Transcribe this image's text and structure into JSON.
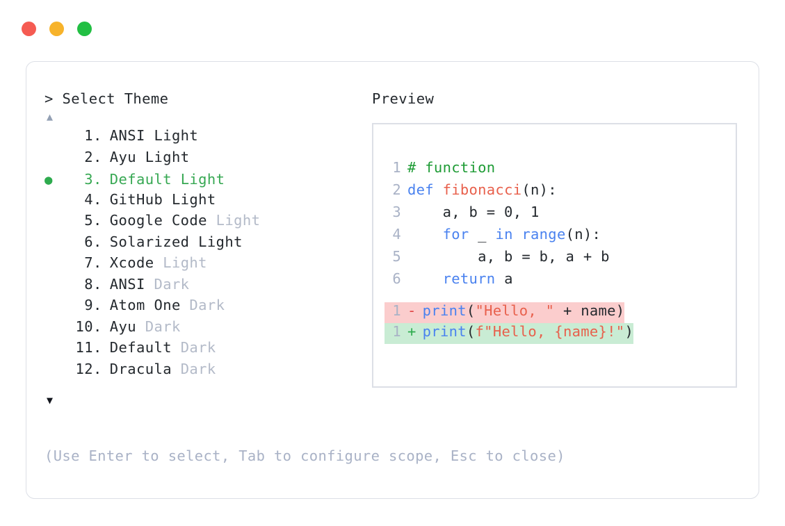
{
  "window": {
    "traffic_lights": [
      {
        "name": "close",
        "color": "#f55b52"
      },
      {
        "name": "minimize",
        "color": "#f7b32b"
      },
      {
        "name": "maximize",
        "color": "#22bf43"
      }
    ]
  },
  "prompt": {
    "caret": ">",
    "title": "Select Theme"
  },
  "scroll": {
    "up_glyph": "▲",
    "down_glyph": "▼"
  },
  "selected_index": 3,
  "selected_bullet": "●",
  "themes": [
    {
      "num": "1.",
      "name": "ANSI",
      "tag": "Light",
      "tag_muted": false,
      "selected": false
    },
    {
      "num": "2.",
      "name": "Ayu",
      "tag": "Light",
      "tag_muted": false,
      "selected": false
    },
    {
      "num": "3.",
      "name": "Default",
      "tag": "Light",
      "tag_muted": false,
      "selected": true
    },
    {
      "num": "4.",
      "name": "GitHub",
      "tag": "Light",
      "tag_muted": false,
      "selected": false
    },
    {
      "num": "5.",
      "name": "Google Code",
      "tag": "Light",
      "tag_muted": true,
      "selected": false
    },
    {
      "num": "6.",
      "name": "Solarized",
      "tag": "Light",
      "tag_muted": false,
      "selected": false
    },
    {
      "num": "7.",
      "name": "Xcode",
      "tag": "Light",
      "tag_muted": true,
      "selected": false
    },
    {
      "num": "8.",
      "name": "ANSI",
      "tag": "Dark",
      "tag_muted": true,
      "selected": false
    },
    {
      "num": "9.",
      "name": "Atom One",
      "tag": "Dark",
      "tag_muted": true,
      "selected": false
    },
    {
      "num": "10.",
      "name": "Ayu",
      "tag": "Dark",
      "tag_muted": true,
      "selected": false
    },
    {
      "num": "11.",
      "name": "Default",
      "tag": "Dark",
      "tag_muted": true,
      "selected": false
    },
    {
      "num": "12.",
      "name": "Dracula",
      "tag": "Dark",
      "tag_muted": true,
      "selected": false
    }
  ],
  "hint": "(Use Enter to select, Tab to configure scope, Esc to close)",
  "preview": {
    "label": "Preview",
    "code_lines": [
      {
        "ln": "1",
        "spans": [
          {
            "t": "# function",
            "c": "tok-comment"
          }
        ]
      },
      {
        "ln": "2",
        "spans": [
          {
            "t": "def ",
            "c": "tok-kw"
          },
          {
            "t": "fibonacci",
            "c": "tok-fn"
          },
          {
            "t": "(n):",
            "c": "tok-plain"
          }
        ]
      },
      {
        "ln": "3",
        "spans": [
          {
            "t": "    a, b = 0, 1",
            "c": "tok-plain"
          }
        ]
      },
      {
        "ln": "4",
        "spans": [
          {
            "t": "    ",
            "c": "tok-plain"
          },
          {
            "t": "for",
            "c": "tok-kw"
          },
          {
            "t": " _ ",
            "c": "tok-plain"
          },
          {
            "t": "in range",
            "c": "tok-kw"
          },
          {
            "t": "(n):",
            "c": "tok-plain"
          }
        ]
      },
      {
        "ln": "5",
        "spans": [
          {
            "t": "        a, b = b, a + b",
            "c": "tok-plain"
          }
        ]
      },
      {
        "ln": "6",
        "spans": [
          {
            "t": "    ",
            "c": "tok-plain"
          },
          {
            "t": "return",
            "c": "tok-kw"
          },
          {
            "t": " a",
            "c": "tok-plain"
          }
        ]
      }
    ],
    "diff_lines": [
      {
        "ln": "1",
        "sign": "-",
        "kind": "removed",
        "spans": [
          {
            "t": "print",
            "c": "tok-kw"
          },
          {
            "t": "(",
            "c": "tok-plain"
          },
          {
            "t": "\"Hello, \"",
            "c": "tok-str"
          },
          {
            "t": " + name)",
            "c": "tok-plain"
          }
        ]
      },
      {
        "ln": "1",
        "sign": "+",
        "kind": "added",
        "spans": [
          {
            "t": "print",
            "c": "tok-kw"
          },
          {
            "t": "(",
            "c": "tok-plain"
          },
          {
            "t": "f\"Hello, {name}!\"",
            "c": "tok-str"
          },
          {
            "t": ")",
            "c": "tok-plain"
          }
        ]
      }
    ]
  },
  "colors": {
    "text": "#24292e",
    "muted": "#b3bac8",
    "hint": "#a9b2c6",
    "accent_green": "#37a853",
    "border": "#dcdfe6",
    "diff_removed_bg": "#fbcdcd",
    "diff_added_bg": "#c9ecd4",
    "kw_blue": "#4a82ef",
    "str_red": "#e8604c",
    "comment_green": "#1f9c36"
  }
}
